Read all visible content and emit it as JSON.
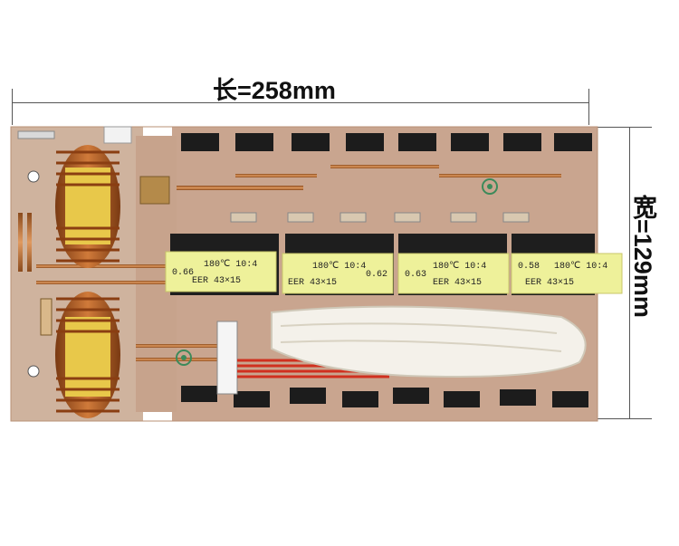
{
  "dimensions": {
    "length_label": "长=258mm",
    "width_label": "宽=129mm"
  },
  "transformers": [
    {
      "line1": "180℃ 10:4",
      "line2": "EER 43×15",
      "note": "0.66"
    },
    {
      "line1": "180℃ 10:4",
      "line2": "EER 43×15",
      "note": "0.62"
    },
    {
      "line1": "180℃ 10:4",
      "line2": "EER 43×15",
      "note": "0.63"
    },
    {
      "line1": "180℃ 10:4",
      "line2": "EER 43×15",
      "note": "0.58"
    }
  ],
  "colors": {
    "board": "#c9a58f",
    "transformer_label": "#eef19a",
    "copper": "#b8632a",
    "core": "#e8c84a"
  }
}
